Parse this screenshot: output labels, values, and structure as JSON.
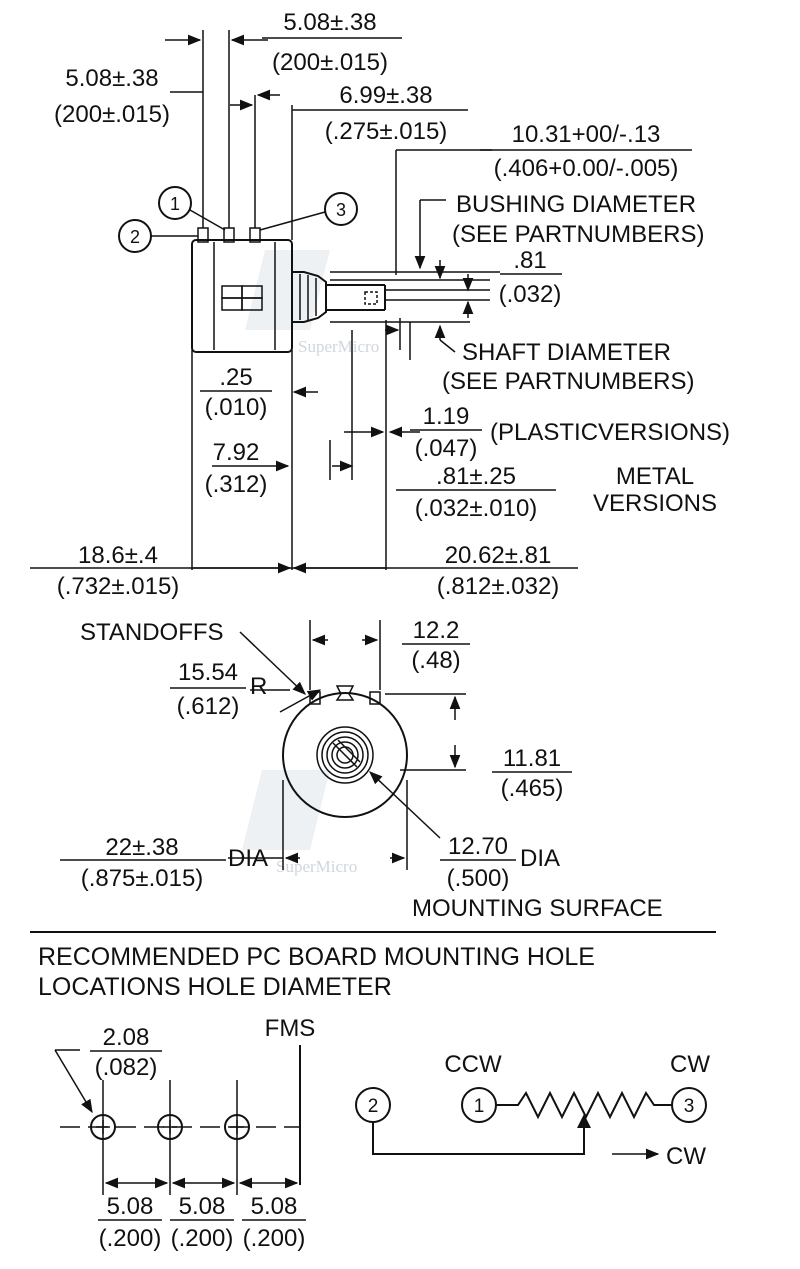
{
  "watermark": {
    "text": "SuperMicro",
    "color": "#cfd6dd"
  },
  "side_view": {
    "dims": {
      "pin_spacing_left_mm": "5.08±.38",
      "pin_spacing_left_in": "(200±.015)",
      "pin_spacing_right_mm": "5.08±.38",
      "pin_spacing_right_in": "(200±.015)",
      "pin_to_face_mm": "6.99±.38",
      "pin_to_face_in": "(.275±.015)",
      "bushing_len_mm": "10.31+00/-.13",
      "bushing_len_in": "(.406+0.00/-.005)",
      "flat_mm": ".81",
      "flat_in": "(.032)",
      "face_gap_mm": ".25",
      "face_gap_in": "(.010)",
      "body_mm": "7.92",
      "body_in": "(.312)",
      "plastic_mm": "1.19",
      "plastic_in": "(.047)",
      "metal_mm": ".81±.25",
      "metal_in": "(.032±.010)",
      "left_total_mm": "18.6±.4",
      "left_total_in": "(.732±.015)",
      "right_total_mm": "20.62±.81",
      "right_total_in": "(.812±.032)"
    },
    "labels": {
      "bushing_1": "BUSHING DIAMETER",
      "bushing_2": "(SEE PARTNUMBERS)",
      "shaft_1": "SHAFT DIAMETER",
      "shaft_2": "(SEE PARTNUMBERS)",
      "plastic": "(PLASTICVERSIONS)",
      "metal_1": "METAL",
      "metal_2": "VERSIONS"
    },
    "pins": [
      "1",
      "2",
      "3"
    ]
  },
  "front_view": {
    "standoffs": "STANDOFFS",
    "radius_mm": "15.54",
    "radius_in": "(.612)",
    "radius_suffix": "R",
    "width_mm": "12.2",
    "width_in": "(.48)",
    "height_mm": "11.81",
    "height_in": "(.465)",
    "dia_mm": "22±.38",
    "dia_in": "(.875±.015)",
    "dia_suffix": "DIA",
    "bush_dia_mm": "12.70",
    "bush_dia_in": "(.500)",
    "bush_dia_suffix": "DIA",
    "mounting": "MOUNTING SURFACE"
  },
  "pcb": {
    "heading_1": "RECOMMENDED PC BOARD MOUNTING HOLE",
    "heading_2": "LOCATIONS HOLE DIAMETER",
    "hole_mm": "2.08",
    "hole_in": "(.082)",
    "fms": "FMS",
    "spacing": [
      {
        "mm": "5.08",
        "in": "(.200)"
      },
      {
        "mm": "5.08",
        "in": "(.200)"
      },
      {
        "mm": "5.08",
        "in": "(.200)"
      }
    ]
  },
  "schematic": {
    "ccw": "CCW",
    "cw_top": "CW",
    "cw_arrow": "CW",
    "pins": [
      "2",
      "1",
      "3"
    ]
  }
}
